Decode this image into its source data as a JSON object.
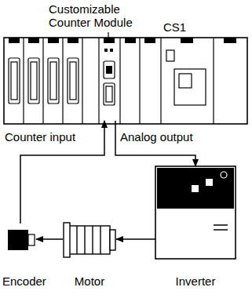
{
  "diagram": {
    "nodes": [
      {
        "text": [
          "CS1"
        ]
      },
      {
        "text": [
          "Customizable Counter Module"
        ],
        "in": 0
      },
      {
        "text": [
          "Encoder"
        ]
      },
      {
        "text": [
          "Motor"
        ]
      },
      {
        "text": [
          "Inverter"
        ]
      }
    ],
    "edges": [
      {
        "from": 2,
        "to": 1,
        "label": "Counter input",
        "arrow": "to"
      },
      {
        "from": 1,
        "to": 4,
        "label": "Analog output",
        "arrow": "to"
      },
      {
        "from": 4,
        "to": 3,
        "arrow": "to"
      },
      {
        "from": 3,
        "to": 2,
        "arrow": "to"
      }
    ]
  }
}
